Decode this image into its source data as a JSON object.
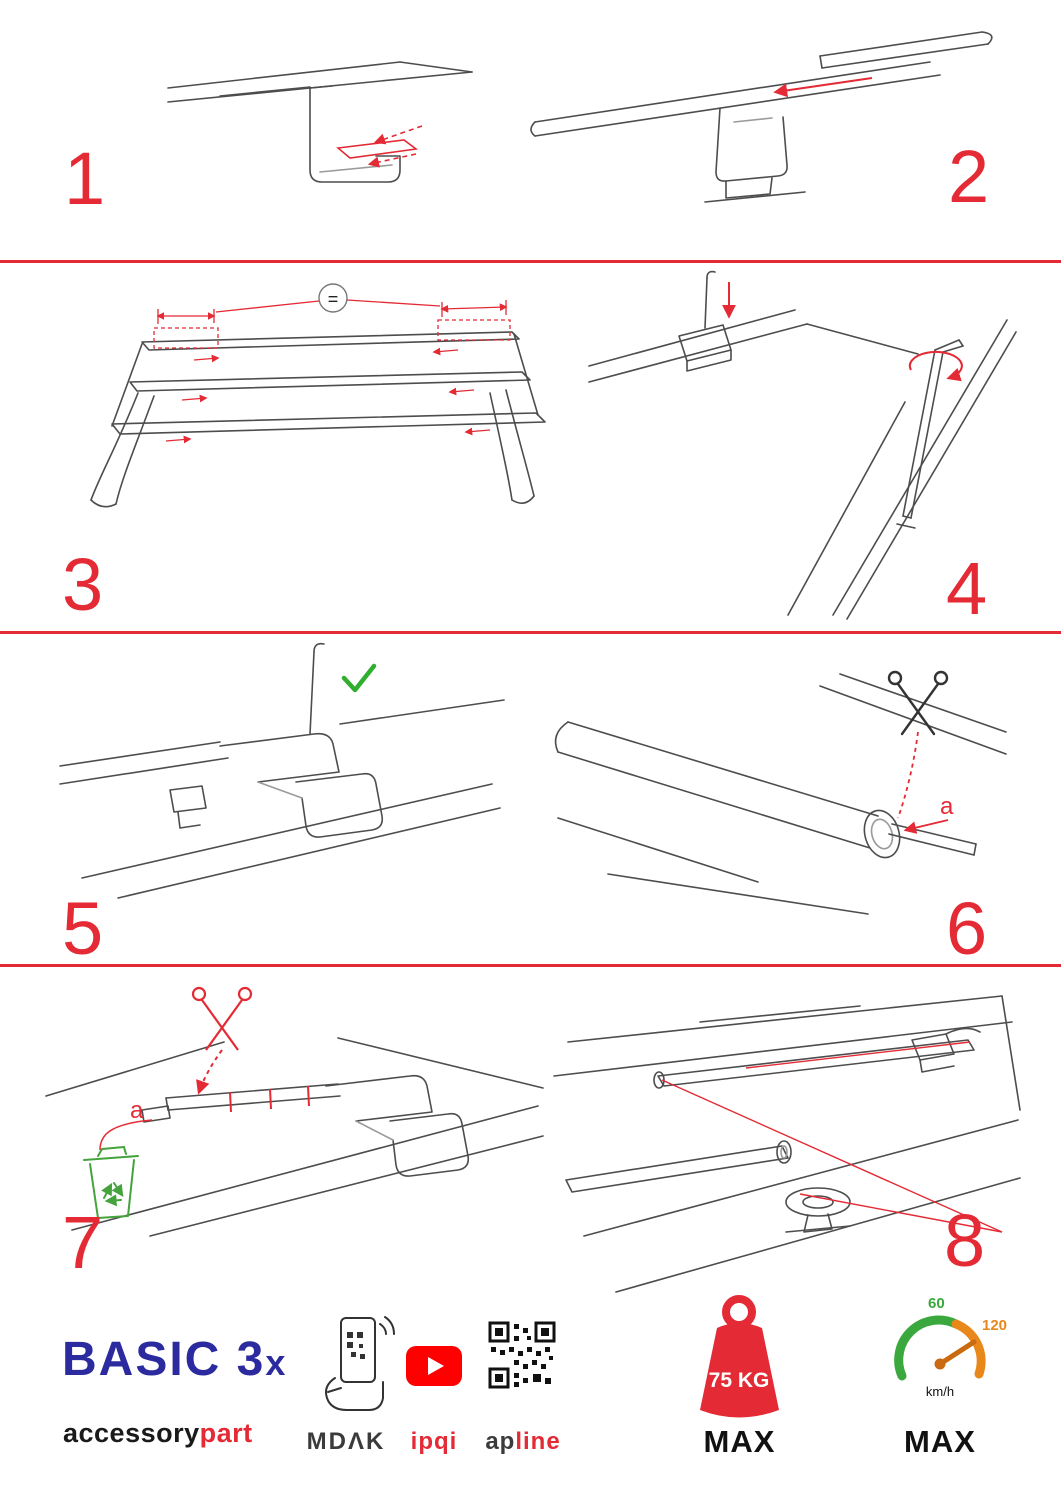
{
  "meta": {
    "accent": "#e42a34"
  },
  "steps": {
    "s1": "1",
    "s2": "2",
    "s3": "3",
    "s4": "4",
    "s5": "5",
    "s6": "6",
    "s7": "7",
    "s8": "8"
  },
  "annotations": {
    "equal_sign": "=",
    "label_a_step6": "a",
    "label_a_step7": "a"
  },
  "footer": {
    "brand_title": "BASIC 3",
    "brand_suffix": "x",
    "brand_sub_left": "accessory",
    "brand_sub_right": "part",
    "logo_mdak": "MDΛK",
    "logo_ipqi": "ipqi",
    "logo_apline_left": "ap",
    "logo_apline_right": "line",
    "weight_value": "75 KG",
    "weight_max": "MAX",
    "speed_60": "60",
    "speed_120": "120",
    "speed_unit": "km/h",
    "speed_max": "MAX"
  }
}
